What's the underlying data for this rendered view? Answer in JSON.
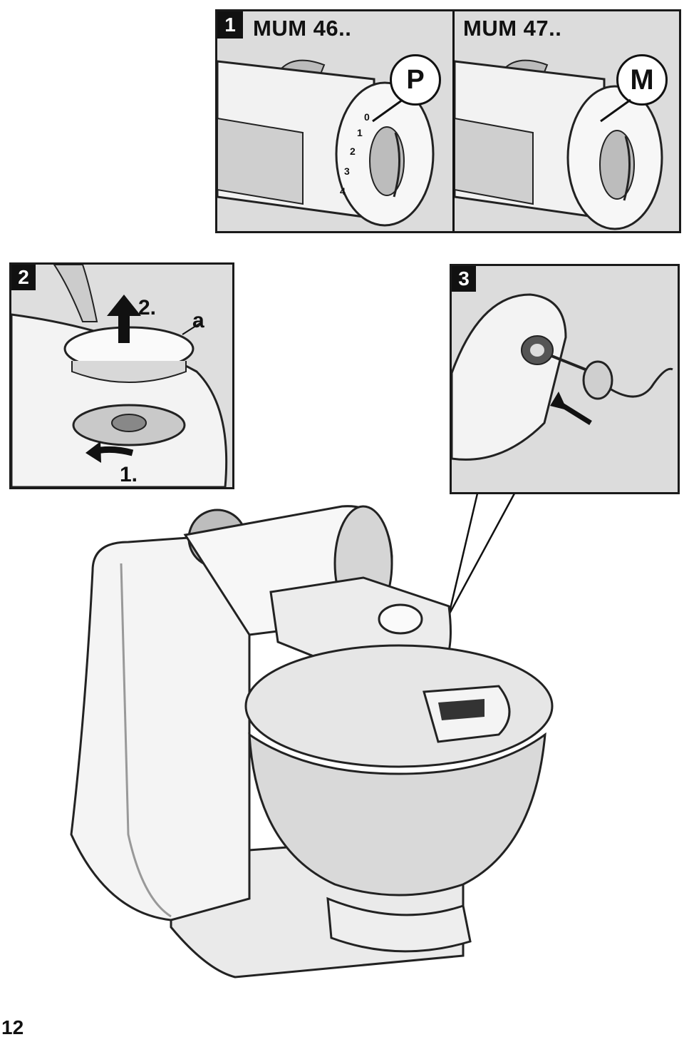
{
  "figure1": {
    "number": "1",
    "left": {
      "model": "MUM 46..",
      "symbol": "P",
      "dial_marks": [
        "0",
        "1",
        "2",
        "3",
        "4"
      ]
    },
    "right": {
      "model": "MUM 47..",
      "symbol": "M"
    }
  },
  "figure2": {
    "number": "2",
    "step_lift": "2.",
    "step_turn": "1.",
    "part_label": "a"
  },
  "figure3": {
    "number": "3"
  },
  "page_number": "12",
  "colors": {
    "ink": "#111111",
    "panel": "#e9e9e9",
    "shade": "#c8c8c8"
  }
}
